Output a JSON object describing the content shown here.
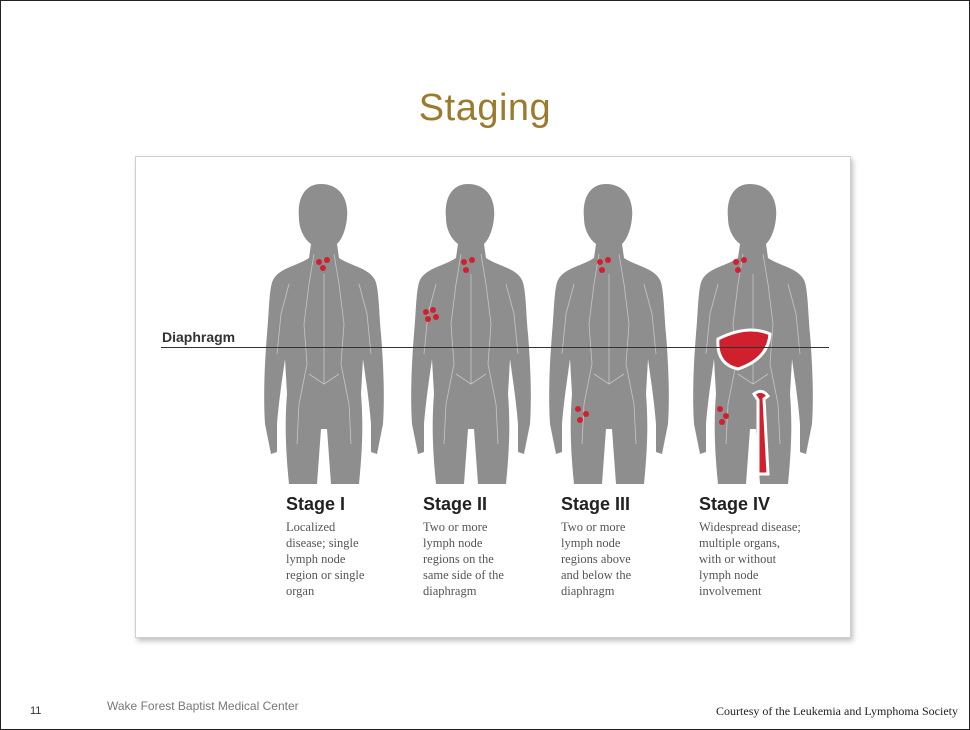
{
  "slide": {
    "title": "Staging",
    "number": "11",
    "footer_left": "Wake Forest Baptist Medical Center",
    "footer_right": "Courtesy of the Leukemia and Lymphoma Society"
  },
  "figure": {
    "diaphragm_label": "Diaphragm",
    "stages": [
      {
        "heading": "Stage I",
        "lines": [
          "Localized",
          "disease; single",
          "lymph node",
          "region or single",
          "organ"
        ]
      },
      {
        "heading": "Stage II",
        "lines": [
          "Two or more",
          "lymph node",
          "regions on the",
          "same side of the",
          "diaphragm"
        ]
      },
      {
        "heading": "Stage III",
        "lines": [
          "Two or more",
          "lymph node",
          "regions above",
          "and below the",
          "diaphragm"
        ]
      },
      {
        "heading": "Stage IV",
        "lines": [
          "Widespread disease;",
          "multiple organs,",
          "with or without",
          "lymph node",
          "involvement"
        ]
      }
    ]
  },
  "colors": {
    "title": "#9a7b2e",
    "body_silhouette": "#8e8e8e",
    "lymph_lines": "#d4d4d4",
    "disease_red": "#d0202e"
  }
}
